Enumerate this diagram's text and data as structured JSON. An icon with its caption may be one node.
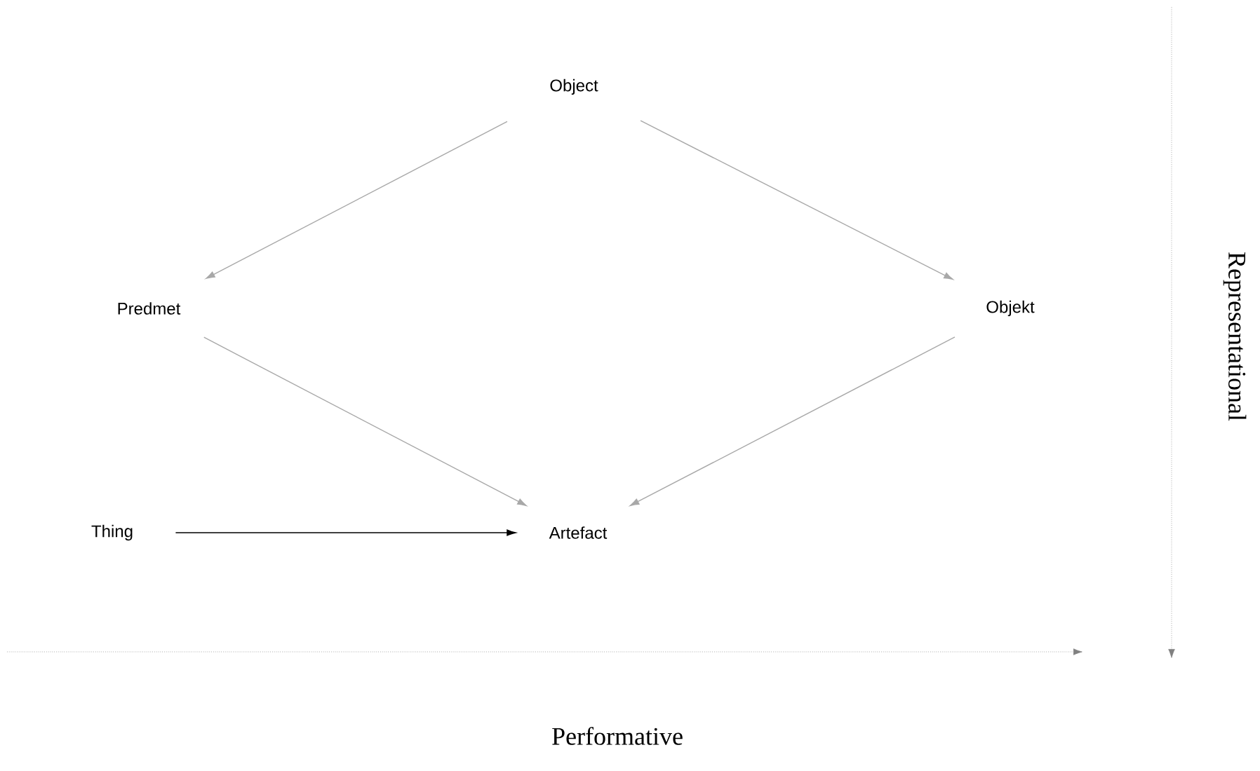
{
  "diagram": {
    "nodes": [
      {
        "text": [
          "Object"
        ]
      },
      {
        "text": [
          "Predmet"
        ]
      },
      {
        "text": [
          "Objekt"
        ]
      },
      {
        "text": [
          "Thing"
        ]
      },
      {
        "text": [
          "Artefact"
        ]
      }
    ],
    "edges": [
      {
        "from": 0,
        "to": 1,
        "arrow": "to"
      },
      {
        "from": 0,
        "to": 2,
        "arrow": "to"
      },
      {
        "from": 1,
        "to": 4,
        "arrow": "to"
      },
      {
        "from": 2,
        "to": 4,
        "arrow": "to"
      },
      {
        "from": 3,
        "to": 4,
        "arrow": "to",
        "color": "#000000"
      }
    ],
    "labels": [
      "Representational",
      "Performative"
    ]
  }
}
